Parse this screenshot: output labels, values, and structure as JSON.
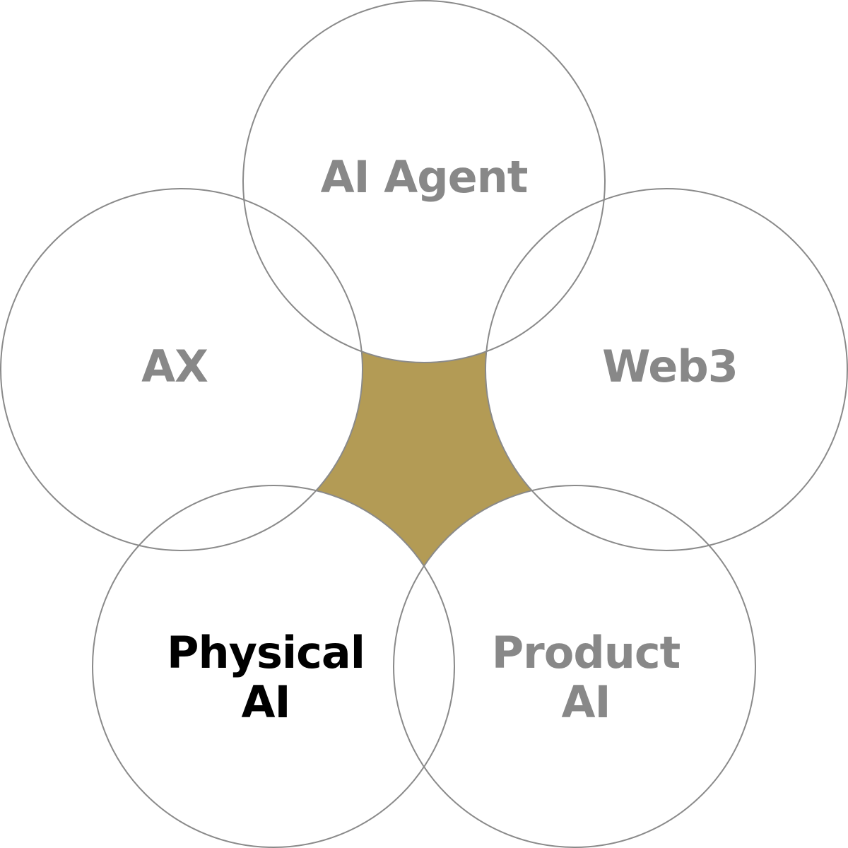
{
  "diagram": {
    "center_color": "#b39b55",
    "label_color": "#888888",
    "highlight_color": "#000000",
    "circles": [
      {
        "id": "ai-agent",
        "lines": [
          "AI Agent"
        ],
        "highlight": false
      },
      {
        "id": "ax",
        "lines": [
          "AX"
        ],
        "highlight": false
      },
      {
        "id": "web3",
        "lines": [
          "Web3"
        ],
        "highlight": false
      },
      {
        "id": "physical-ai",
        "lines": [
          "Physical",
          "AI"
        ],
        "highlight": true
      },
      {
        "id": "product-ai",
        "lines": [
          "Product",
          "AI"
        ],
        "highlight": false
      }
    ]
  }
}
